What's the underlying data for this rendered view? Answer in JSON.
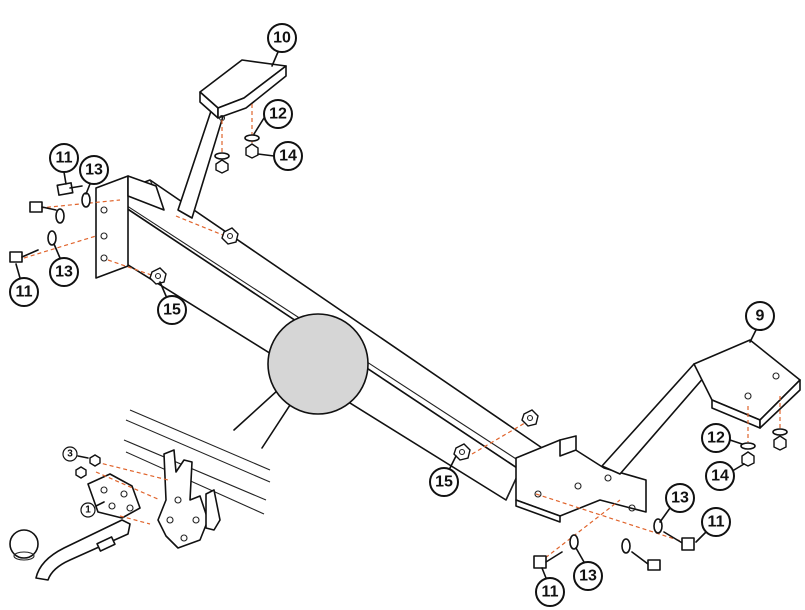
{
  "callouts": [
    {
      "id": "10",
      "label": "10"
    },
    {
      "id": "12a",
      "label": "12"
    },
    {
      "id": "14a",
      "label": "14"
    },
    {
      "id": "11a",
      "label": "11"
    },
    {
      "id": "13a",
      "label": "13"
    },
    {
      "id": "13b",
      "label": "13"
    },
    {
      "id": "11b",
      "label": "11"
    },
    {
      "id": "15a",
      "label": "15"
    },
    {
      "id": "9",
      "label": "9"
    },
    {
      "id": "12b",
      "label": "12"
    },
    {
      "id": "14b",
      "label": "14"
    },
    {
      "id": "15b",
      "label": "15"
    },
    {
      "id": "13c",
      "label": "13"
    },
    {
      "id": "11c",
      "label": "11"
    },
    {
      "id": "13d",
      "label": "13"
    },
    {
      "id": "11d",
      "label": "11"
    },
    {
      "id": "3",
      "label": "3"
    },
    {
      "id": "1",
      "label": "1"
    }
  ]
}
